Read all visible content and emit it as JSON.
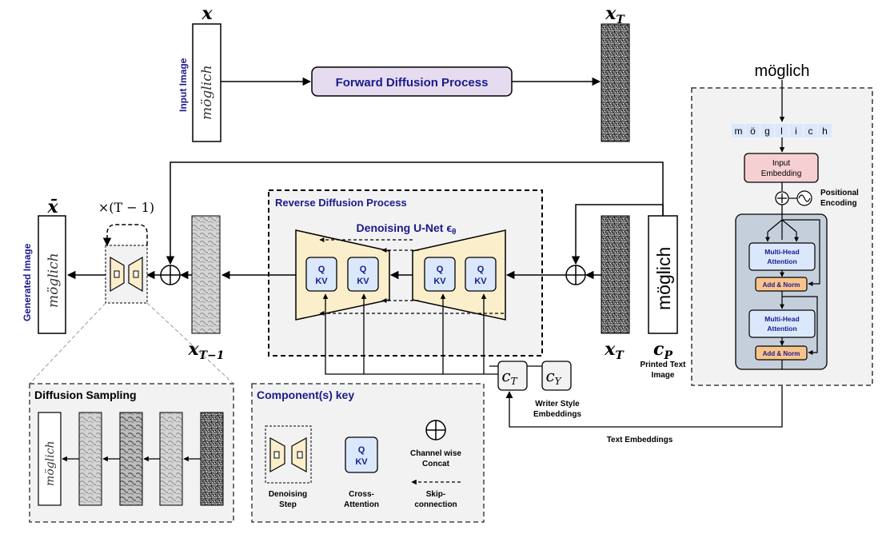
{
  "top": {
    "x_label": "x",
    "xt_label": "x",
    "xt_sub": "T",
    "input_image_label": "Input Image",
    "input_word": "möglich",
    "forward_label": "Forward Diffusion Process"
  },
  "reverse": {
    "title": "Reverse Diffusion Process",
    "unet_label": "Denoising U-Net ϵ",
    "unet_sub": "θ",
    "q": "Q",
    "kv": "KV"
  },
  "left": {
    "xbar_label": "x̄",
    "repeat_label": "×(T − 1)",
    "generated_label": "Generated Image",
    "generated_word": "möglich",
    "xtm1_label": "x",
    "xtm1_sub": "T−1"
  },
  "right": {
    "xt_label": "x",
    "xt_sub": "T",
    "cp_label": "c",
    "cp_sub": "P",
    "printed_word": "möglich",
    "printed_caption_1": "Printed Text",
    "printed_caption_2": "Image",
    "ct_label": "c",
    "ct_sub": "T",
    "cy_label": "c",
    "cy_sub": "Y",
    "writer_1": "Writer Style",
    "writer_2": "Embeddings",
    "text_embeddings": "Text Embeddings"
  },
  "encoder": {
    "word": "möglich",
    "chars": [
      "m",
      "ö",
      "g",
      "l",
      "i",
      "c",
      "h"
    ],
    "input_embedding_1": "Input",
    "input_embedding_2": "Embedding",
    "positional_1": "Positional",
    "positional_2": "Encoding",
    "mha_1": "Multi-Head",
    "mha_2": "Attention",
    "add_norm": "Add & Norm"
  },
  "sampling": {
    "title": "Diffusion Sampling",
    "final_word": "möglich"
  },
  "key": {
    "title": "Component(s) key",
    "denoising_1": "Denoising",
    "denoising_2": "Step",
    "cross_1": "Cross-",
    "cross_2": "Attention",
    "concat_1": "Channel wise",
    "concat_2": "Concat",
    "skip_1": "Skip-",
    "skip_2": "connection",
    "q": "Q",
    "kv": "KV"
  },
  "colors": {
    "forward_fill": "#e6dcef",
    "unet_fill": "#fbeecb",
    "qkv_fill": "#dbe8fb",
    "navy": "#1a1a8c",
    "embed_fill": "#f6cfd2",
    "addnorm_fill": "#f9c48c",
    "encoder_fill": "#c5cfdb",
    "panel_fill": "#f2f2f2"
  }
}
